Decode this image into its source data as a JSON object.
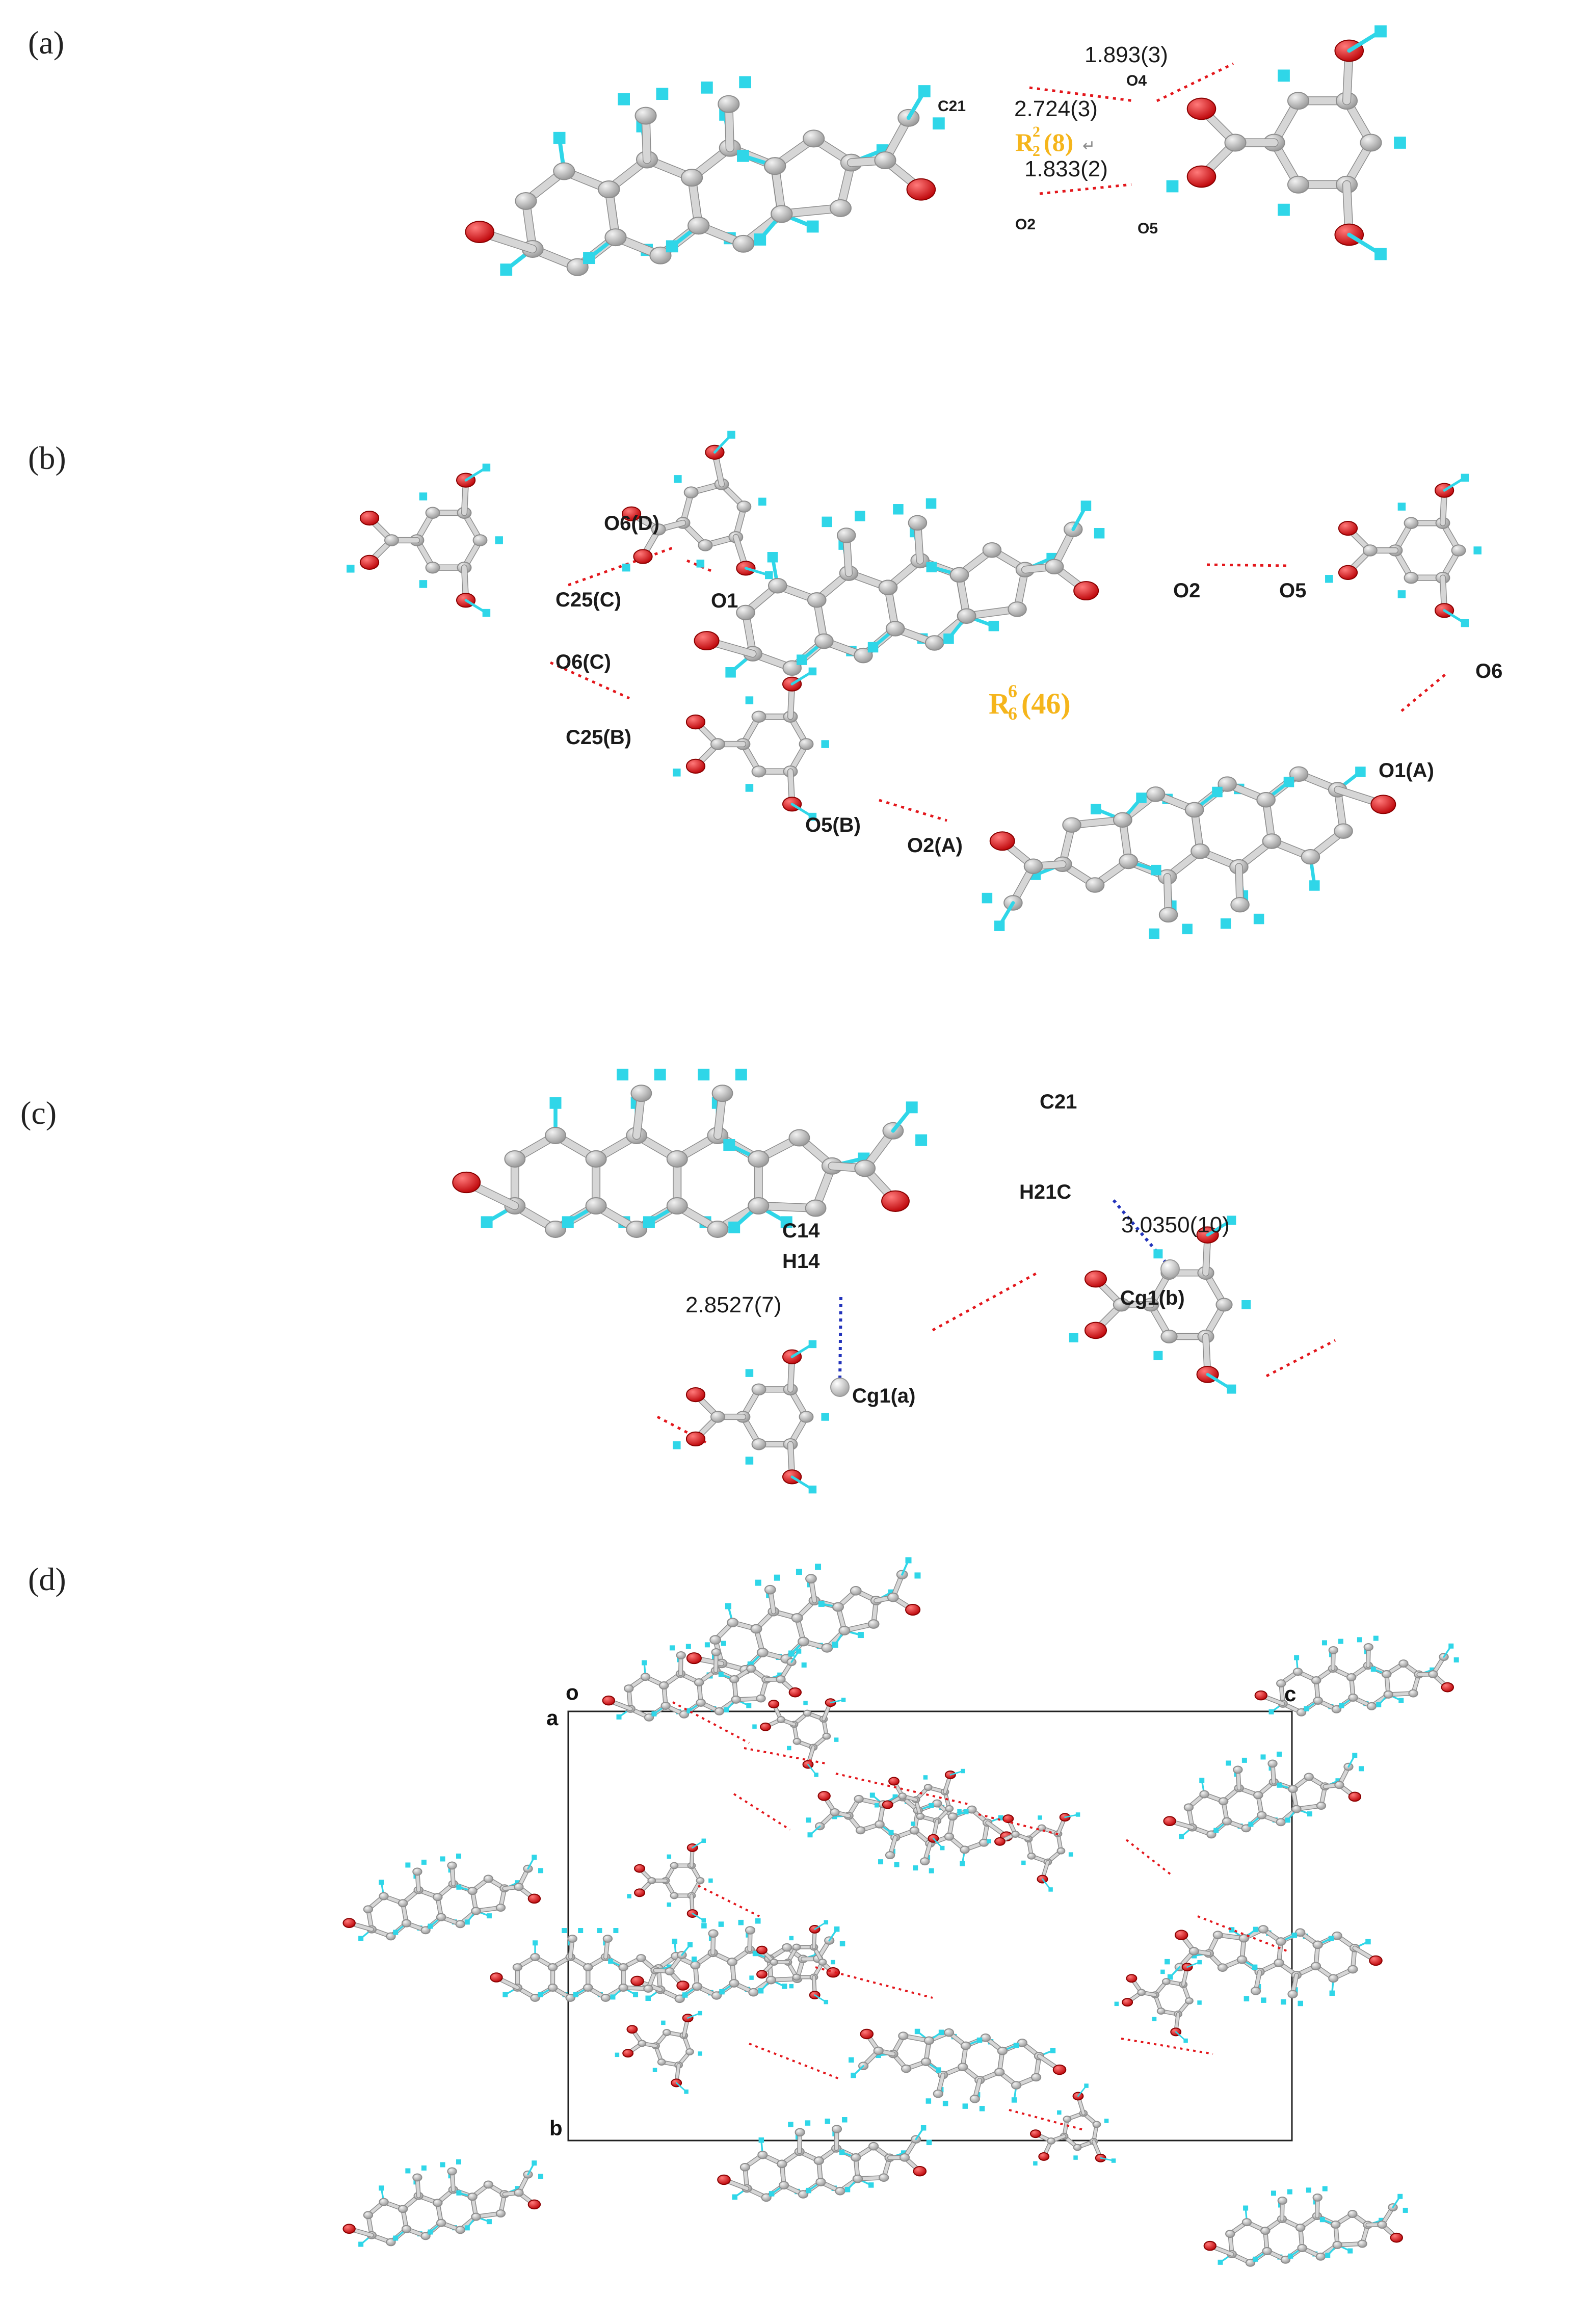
{
  "panels": {
    "a": {
      "label": "(a)",
      "atoms": [
        "C21",
        "O4",
        "O2",
        "O5"
      ],
      "distances": [
        "1.893(3)",
        "2.724(3)",
        "1.833(2)"
      ],
      "ring": {
        "base": "R",
        "sup": "2",
        "sub": "2",
        "rest": "(8)",
        "mark": "↵"
      }
    },
    "b": {
      "label": "(b)",
      "atoms": [
        "O6(D)",
        "C25(C)",
        "O1",
        "O2",
        "O5",
        "O6(C)",
        "C25(B)",
        "O6",
        "O1(A)",
        "O5(B)",
        "O2(A)"
      ],
      "ring": {
        "base": "R",
        "sup": "6",
        "sub": "6",
        "rest": "(46)"
      }
    },
    "c": {
      "label": "(c)",
      "atoms": [
        "C21",
        "H21C",
        "C14",
        "H14",
        "Cg1(b)",
        "Cg1(a)"
      ],
      "distances": [
        "3.0350(10)",
        "2.8527(7)"
      ]
    },
    "d": {
      "label": "(d)",
      "axes": {
        "origin": "o",
        "a": "a",
        "b": "b",
        "c": "c"
      }
    }
  },
  "colors": {
    "carbon": "#b9b9b9",
    "carbon_edge": "#8d8d8d",
    "hydrogen": "#2fd6e8",
    "oxygen": "#e3161b",
    "hbond": "#e3161b",
    "pi_contact": "#2233bb",
    "ring_motif": "#f5b51b",
    "cell_edge": "#222222"
  }
}
